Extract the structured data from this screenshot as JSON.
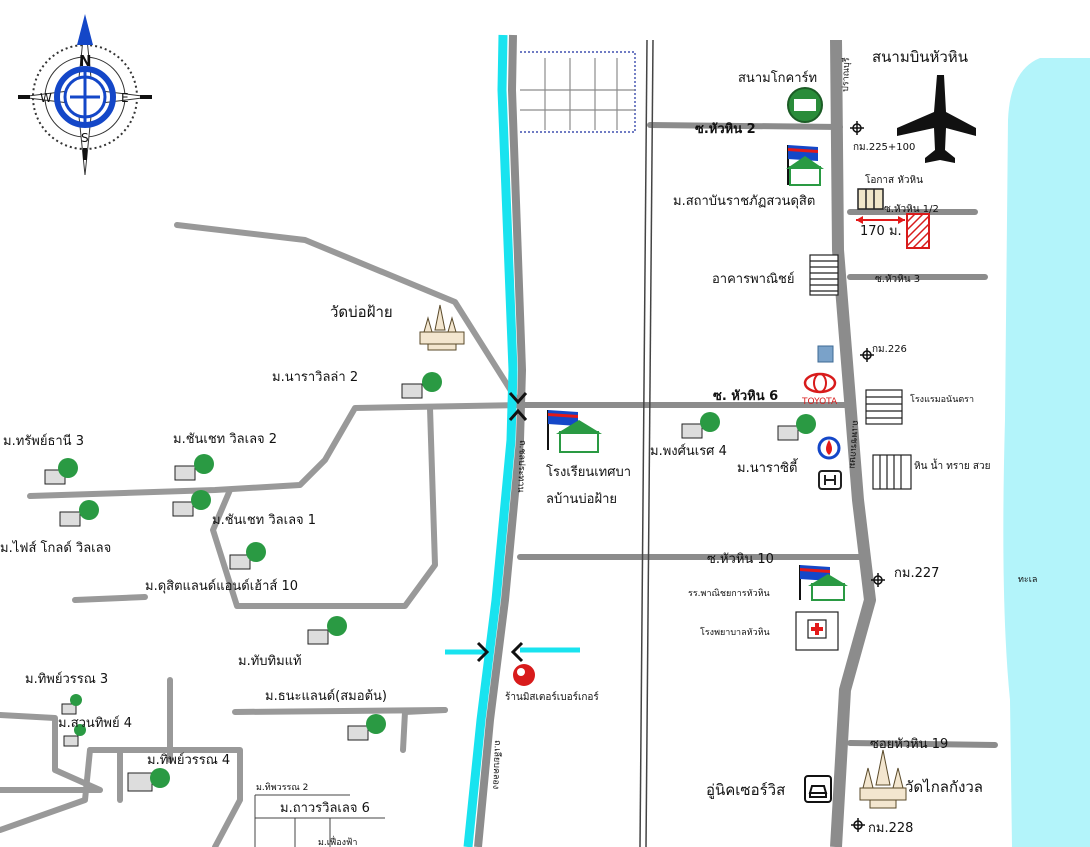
{
  "colors": {
    "sea": "#b3f4fa",
    "canal": "#19e3ef",
    "road_main": "#8c8c8c",
    "road_minor": "#999999",
    "rail": "#444444",
    "tree": "#2a9a43",
    "compass": "#1447c8",
    "km_marker": "#111111",
    "highlight": "#e31919",
    "hatch": "#d81b1b"
  },
  "compass": {
    "n": "N",
    "s": "S",
    "e": "E",
    "w": "W"
  },
  "sea_label": "ทะเล",
  "roads": {
    "soi_huahin_2": "ซ.หัวหิน 2",
    "soi_huahin_12": "ซ.หัวหิน 1/2",
    "soi_huahin_3": "ซ.หัวหิน 3",
    "soi_huahin_6": "ซ. หัวหิน 6",
    "soi_huahin_10": "ซ.หัวหิน 10",
    "soi_huahin_19": "ซอยหัวหิน 19",
    "petchkasem_road": "ถ.เพชรเกษม",
    "canal_road": "ถ.ชลประทาน",
    "old_road": "ถ.เลียบคลอง",
    "north_label": "ปราณบุรี"
  },
  "km": {
    "km225": "กม.225+100",
    "km226": "กม.226",
    "km227": "กม.227",
    "km228": "กม.228"
  },
  "distance_label": "170 ม.",
  "places": {
    "airport": "สนามบินหัวหิน",
    "golf": "สนามโกคาร์ท",
    "rajabhat": "ม.สถาบันราชภัฏสวนดุสิต",
    "okat": "โอกาส หัวหิน",
    "commercial": "อาคารพาณิชย์",
    "wat_bophai": "วัดบ่อฝ้าย",
    "nara_villa_2": "ม.นาราวิลล่า 2",
    "school_line1": "โรงเรียนเทศบา",
    "school_line2": "ลบ้านบ่อฝ้าย",
    "pongsin_4": "ม.พงศ์นเรศ 4",
    "narathip": "ม.นาราซิตี้",
    "hotel_nontra": "โรงแรมอนันตรา",
    "hin_nam_sai": "หิน น้ำ ทราย สวย",
    "sapthani_3": "ม.ทรัพย์ธานี 3",
    "chansathit_2": "ม.ชันเชท วิลเลจ 2",
    "chansathit_1": "ม.ชันเชท วิลเลจ 1",
    "five_gold": "ม.ไฟส์ โกลด์ วิลเลจ",
    "dusit_land_10": "ม.ดุสิตแลนด์แอนด์เฮ้าส์ 10",
    "thapthim": "ม.ทับทิมแท้",
    "commerce_school": "รร.พาณิชยการหัวหิน",
    "hospital": "โรงพยาบาลหัวหิน",
    "thippawan_3": "ม.ทิพย์วรรณ 3",
    "suan_thip_4": "ม.สวนทิพย์ 4",
    "thanaland": "ม.ธนะแลนด์(สมอต้น)",
    "burger_shop": "ร้านมิสเตอร์เบอร์เกอร์",
    "thippawan_4": "ม.ทิพย์วรรณ 4",
    "thippawan_2": "ม.ทิพวรรณ 2",
    "thawon_6": "ม.ถาวรวิลเลจ 6",
    "mueang_fa": "ม.เฟื่องฟ้า",
    "unique_service": "อู่นิคเซอร์วิส",
    "wat_klaikangwon": "วัดไกลกังวล"
  },
  "brands": {
    "toyota": "TOYOTA"
  }
}
